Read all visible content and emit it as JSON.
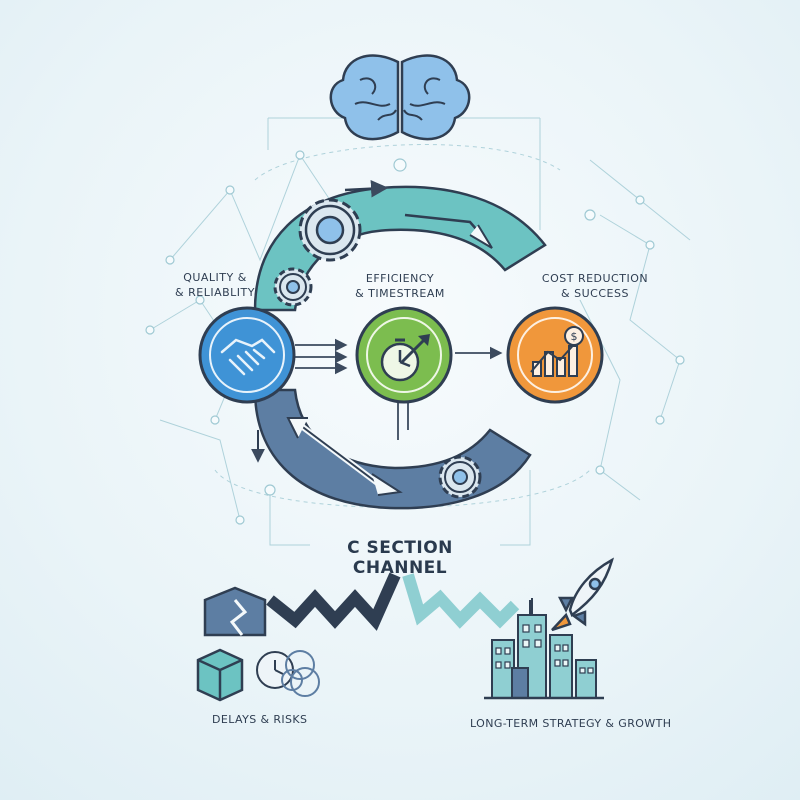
{
  "diagram": {
    "title": "C SECTION CHANNEL",
    "nodes": {
      "quality": {
        "line1": "QUALITY &",
        "line2": "& RELIABLITY"
      },
      "efficiency": {
        "line1": "EFFICIENCY",
        "line2": "& TIMESTREAM"
      },
      "cost": {
        "line1": "COST REDUCTION",
        "line2": "& SUCCESS"
      }
    },
    "bottom_left": "DELAYS & RISKS",
    "bottom_right": "LONG-TERM STRATEGY & GROWTH",
    "icons": [
      "brain-icon",
      "gear-icon",
      "handshake-icon",
      "stopwatch-icon",
      "bar-chart-dollar-icon",
      "broken-box-icon",
      "clock-icon",
      "rocket-icon",
      "city-buildings-icon"
    ],
    "colors": {
      "teal": "#6cc3c2",
      "blue": "#3f93d6",
      "green": "#7cbd4f",
      "orange": "#f0973b",
      "slate": "#5d7ea3",
      "navy": "#2f3e52"
    }
  }
}
